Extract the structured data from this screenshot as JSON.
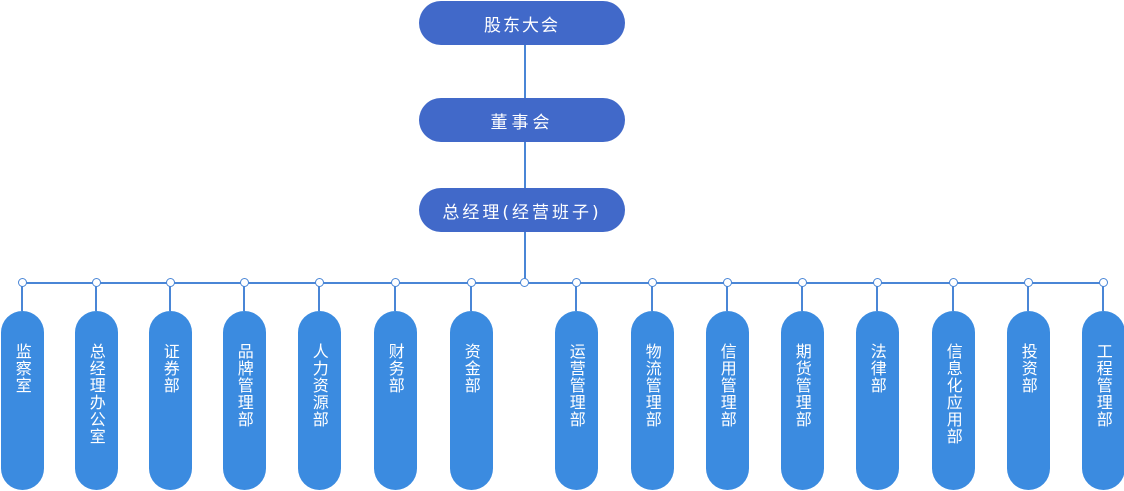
{
  "top_nodes": {
    "shareholders": "股东大会",
    "board": "董事会",
    "general_manager": "总经理(经营班子)"
  },
  "departments": [
    "监察室",
    "总经理办公室",
    "证券部",
    "品牌管理部",
    "人力资源部",
    "财务部",
    "资金部",
    "运营管理部",
    "物流管理部",
    "信用管理部",
    "期货管理部",
    "法律部",
    "信息化应用部",
    "投资部",
    "工程管理部"
  ],
  "colors": {
    "top_node_fill": "#4169c9",
    "dept_fill": "#3b8be0",
    "connector": "#4a86d6"
  }
}
